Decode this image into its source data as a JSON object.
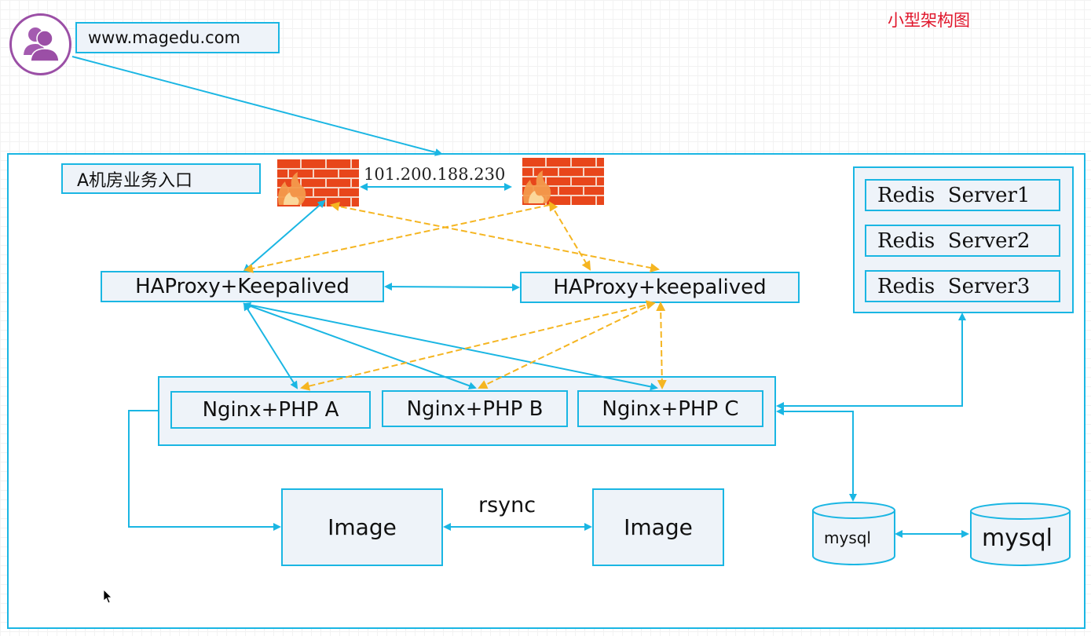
{
  "title": "小型架构图",
  "title_color": "#e0162b",
  "user": {
    "icon": "users-icon",
    "domain": "www.magedu.com"
  },
  "datacenter": {
    "label": "A机房业务入口"
  },
  "firewalls": {
    "icon": "firewall-icon",
    "vip": "101.200.188.230"
  },
  "load_balancers": [
    {
      "label": "HAProxy+Keepalived"
    },
    {
      "label": "HAProxy+keepalived"
    }
  ],
  "web_servers": [
    {
      "label": "Nginx+PHP A"
    },
    {
      "label": "Nginx+PHP B"
    },
    {
      "label": "Nginx+PHP C"
    }
  ],
  "redis": {
    "servers": [
      {
        "label": "Redis  Server1"
      },
      {
        "label": "Redis  Server2"
      },
      {
        "label": "Redis  Server3"
      }
    ]
  },
  "image_storage": {
    "primary": "Image",
    "secondary": "Image",
    "sync_label": "rsync"
  },
  "databases": [
    {
      "label": "mysql"
    },
    {
      "label": "mysql"
    }
  ],
  "colors": {
    "primary_line": "#1ab6e3",
    "standby_line": "#f5b521",
    "box_fill": "#eef3f9",
    "user_icon": "#9b4fa6",
    "firewall": "#e8461b"
  }
}
